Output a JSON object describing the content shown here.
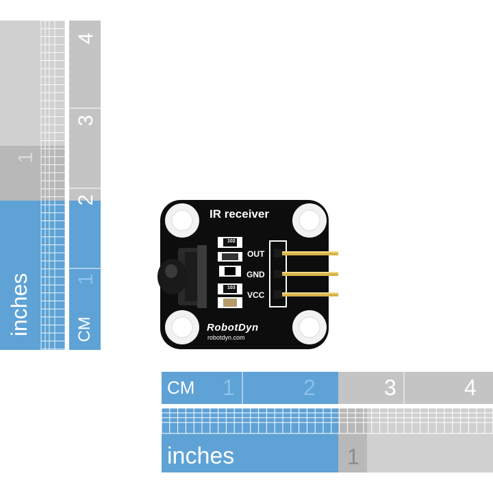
{
  "vertical_ruler": {
    "inches_label": "inches",
    "cm_label": "CM",
    "inch_numbers": [
      "1"
    ],
    "cm_numbers": [
      "1",
      "2",
      "3",
      "4"
    ]
  },
  "horizontal_ruler": {
    "cm_label": "CM",
    "inches_label": "inches",
    "cm_numbers": [
      "1",
      "2",
      "3",
      "4"
    ],
    "inch_numbers": [
      "1"
    ]
  },
  "board": {
    "title": "IR receiver",
    "pin_labels": [
      "OUT",
      "GND",
      "VCC"
    ],
    "resistor_code": "102",
    "resistor_code_2": "103",
    "brand": "RobotDyn",
    "website": "robotdyn.com"
  },
  "colors": {
    "ruler_blue": "#5ea2d6",
    "ruler_grey": "#c4c4c4",
    "pcb": "#0d0d0d"
  }
}
